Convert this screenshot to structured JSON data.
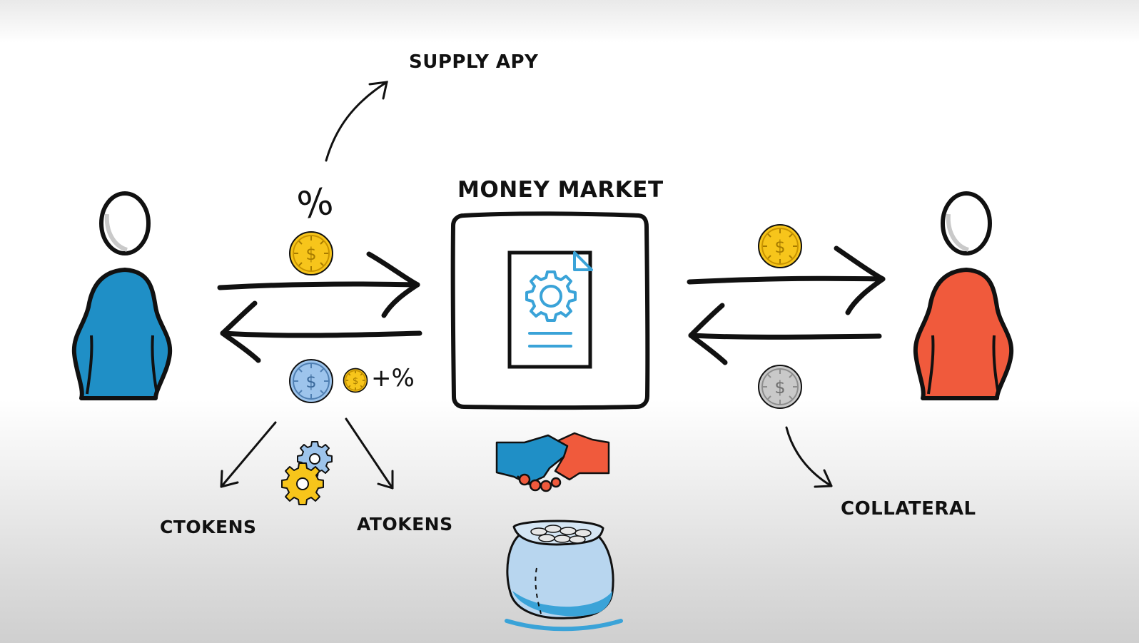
{
  "labels": {
    "supply_apy": "SUPPLY APY",
    "money_market": "MONEY MARKET",
    "ctokens": "CTOKENS",
    "atokens": "ATOKENS",
    "collateral": "COLLATERAL"
  },
  "symbols": {
    "percent": "%",
    "plus_percent": "+%",
    "dollar": "$"
  },
  "colors": {
    "lender": "#1f8fc6",
    "borrower": "#f05a3c",
    "coin_gold": "#f7c51b",
    "coin_blue": "#9dc4ec",
    "coin_silver": "#c9c9c9",
    "document_accent": "#3aa3d8"
  },
  "icons": [
    "lender-person-icon",
    "borrower-person-icon",
    "gold-coin-icon",
    "blue-coin-icon",
    "silver-coin-icon",
    "document-gear-icon",
    "gears-icon",
    "handshake-icon",
    "money-bag-icon"
  ]
}
